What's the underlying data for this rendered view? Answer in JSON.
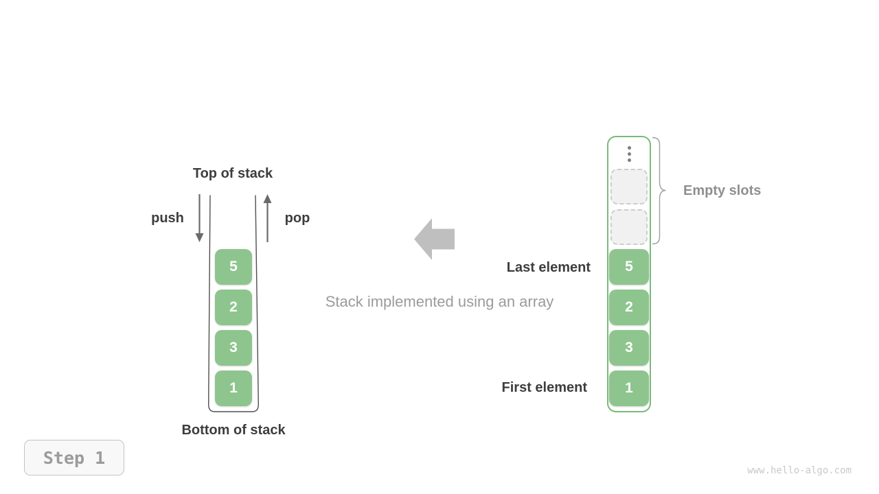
{
  "left_stack": {
    "top_label": "Top of stack",
    "bottom_label": "Bottom of stack",
    "push_label": "push",
    "pop_label": "pop",
    "elements": [
      "5",
      "2",
      "3",
      "1"
    ]
  },
  "center": {
    "caption": "Stack implemented using an array"
  },
  "right_array": {
    "elements": [
      "5",
      "2",
      "3",
      "1"
    ],
    "empty_slot_count": 2,
    "empty_slots_label": "Empty slots",
    "last_element_label": "Last element",
    "first_element_label": "First element"
  },
  "footer": {
    "step_label": "Step 1",
    "watermark": "www.hello-algo.com"
  },
  "icons": {
    "push_arrow": "arrow-down",
    "pop_arrow": "arrow-up",
    "direction_arrow": "arrow-left",
    "ellipsis": "vertical-ellipsis",
    "brace": "curly-brace-right"
  },
  "colors": {
    "element_green": "#8ec58e",
    "array_border_green": "#79bb79",
    "dark_text": "#3d3d3d",
    "muted_text": "#9b9b9b",
    "slot_fill": "#f1f1f1",
    "slot_border": "#cdcdcd",
    "block_arrow_gray": "#bfbfbf"
  }
}
